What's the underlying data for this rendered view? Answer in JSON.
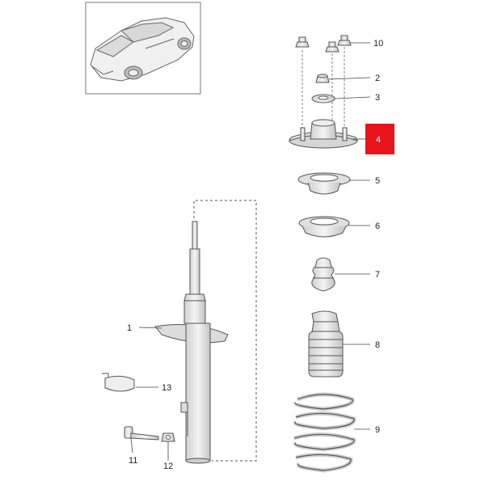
{
  "diagram": {
    "callouts": [
      {
        "id": "10",
        "text": "10"
      },
      {
        "id": "2",
        "text": "2"
      },
      {
        "id": "3",
        "text": "3"
      },
      {
        "id": "4",
        "text": "4",
        "highlighted": true
      },
      {
        "id": "5",
        "text": "5"
      },
      {
        "id": "6",
        "text": "6"
      },
      {
        "id": "7",
        "text": "7"
      },
      {
        "id": "8",
        "text": "8"
      },
      {
        "id": "9",
        "text": "9"
      },
      {
        "id": "1",
        "text": "1"
      },
      {
        "id": "13",
        "text": "13"
      },
      {
        "id": "11",
        "text": "11"
      },
      {
        "id": "12",
        "text": "12"
      }
    ],
    "colors": {
      "line": "#555555",
      "part_fill": "#e6e6e6",
      "part_dark": "#bdbdbd",
      "highlight": "#e8141c",
      "highlight_text": "#ffffff"
    }
  }
}
